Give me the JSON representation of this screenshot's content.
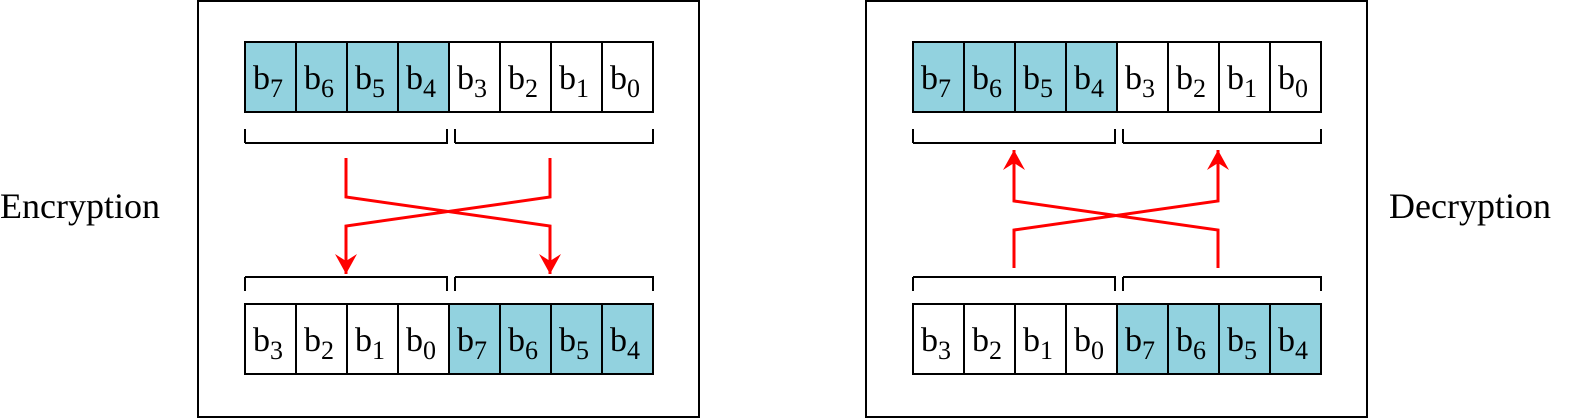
{
  "left_panel": {
    "label": "Encryption",
    "top_row": [
      {
        "base": "b",
        "sub": "7",
        "shaded": true
      },
      {
        "base": "b",
        "sub": "6",
        "shaded": true
      },
      {
        "base": "b",
        "sub": "5",
        "shaded": true
      },
      {
        "base": "b",
        "sub": "4",
        "shaded": true
      },
      {
        "base": "b",
        "sub": "3",
        "shaded": false
      },
      {
        "base": "b",
        "sub": "2",
        "shaded": false
      },
      {
        "base": "b",
        "sub": "1",
        "shaded": false
      },
      {
        "base": "b",
        "sub": "0",
        "shaded": false
      }
    ],
    "bottom_row": [
      {
        "base": "b",
        "sub": "3",
        "shaded": false
      },
      {
        "base": "b",
        "sub": "2",
        "shaded": false
      },
      {
        "base": "b",
        "sub": "1",
        "shaded": false
      },
      {
        "base": "b",
        "sub": "0",
        "shaded": false
      },
      {
        "base": "b",
        "sub": "7",
        "shaded": true
      },
      {
        "base": "b",
        "sub": "6",
        "shaded": true
      },
      {
        "base": "b",
        "sub": "5",
        "shaded": true
      },
      {
        "base": "b",
        "sub": "4",
        "shaded": true
      }
    ],
    "arrow_direction": "down"
  },
  "right_panel": {
    "label": "Decryption",
    "top_row": [
      {
        "base": "b",
        "sub": "7",
        "shaded": true
      },
      {
        "base": "b",
        "sub": "6",
        "shaded": true
      },
      {
        "base": "b",
        "sub": "5",
        "shaded": true
      },
      {
        "base": "b",
        "sub": "4",
        "shaded": true
      },
      {
        "base": "b",
        "sub": "3",
        "shaded": false
      },
      {
        "base": "b",
        "sub": "2",
        "shaded": false
      },
      {
        "base": "b",
        "sub": "1",
        "shaded": false
      },
      {
        "base": "b",
        "sub": "0",
        "shaded": false
      }
    ],
    "bottom_row": [
      {
        "base": "b",
        "sub": "3",
        "shaded": false
      },
      {
        "base": "b",
        "sub": "2",
        "shaded": false
      },
      {
        "base": "b",
        "sub": "1",
        "shaded": false
      },
      {
        "base": "b",
        "sub": "0",
        "shaded": false
      },
      {
        "base": "b",
        "sub": "7",
        "shaded": true
      },
      {
        "base": "b",
        "sub": "6",
        "shaded": true
      },
      {
        "base": "b",
        "sub": "5",
        "shaded": true
      },
      {
        "base": "b",
        "sub": "4",
        "shaded": true
      }
    ],
    "arrow_direction": "up"
  },
  "colors": {
    "shaded_cell": "#92d2df",
    "arrow": "#ff0000",
    "stroke": "#000000"
  }
}
